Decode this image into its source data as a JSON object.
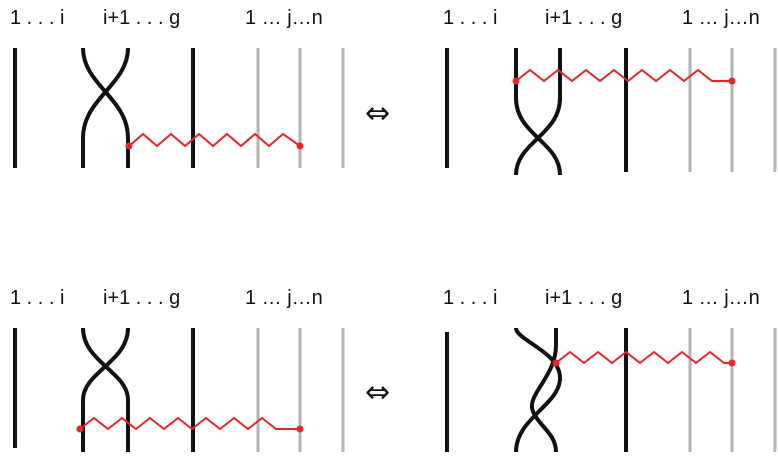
{
  "colors": {
    "strand": "#111111",
    "faded_strand": "#b3b3b3",
    "path": "#e8262a",
    "background": "#ffffff"
  },
  "panels": [
    {
      "labels": {
        "group_i": "1 . . . i",
        "group_g": "i+1 . . . g",
        "group_n": "1 … j…n"
      }
    },
    {
      "labels": {
        "group_i": "1 . . . i",
        "group_g": "i+1 . . . g",
        "group_n": "1 … j…n"
      }
    },
    {
      "labels": {
        "group_i": "1 . . . i",
        "group_g": "i+1 . . . g",
        "group_n": "1 … j…n"
      }
    },
    {
      "labels": {
        "group_i": "1 . . . i",
        "group_g": "i+1 . . . g",
        "group_n": "1 … j…n"
      }
    }
  ],
  "equivalences": [
    {
      "symbol": "⇔"
    },
    {
      "symbol": "⇔"
    }
  ]
}
